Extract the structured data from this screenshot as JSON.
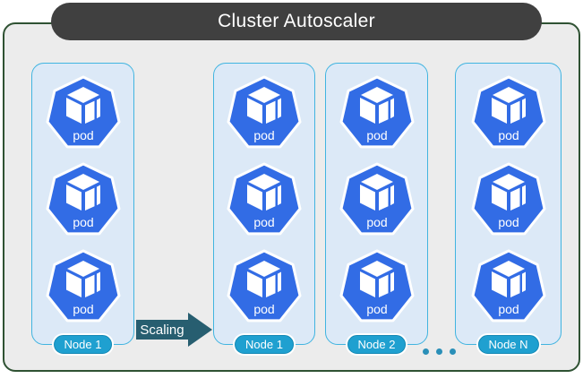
{
  "title": "Cluster Autoscaler",
  "scaling_arrow": {
    "label": "Scaling"
  },
  "nodes": [
    {
      "label": "Node 1",
      "pods": [
        "pod",
        "pod",
        "pod"
      ]
    },
    {
      "label": "Node 1",
      "pods": [
        "pod",
        "pod",
        "pod"
      ]
    },
    {
      "label": "Node 2",
      "pods": [
        "pod",
        "pod",
        "pod"
      ]
    },
    {
      "label": "Node N",
      "pods": [
        "pod",
        "pod",
        "pod"
      ]
    }
  ],
  "ellipsis": "...",
  "colors": {
    "container_fill": "#ececec",
    "container_border": "#2f5233",
    "titlebar_bg": "#404040",
    "node_fill": "#dce9f7",
    "node_border": "#41b4e0",
    "pod_blue": "#326ce5",
    "pill_cyan": "#1fa0d0",
    "arrow_teal": "#275e70",
    "dot_teal": "#2a8fb8"
  }
}
